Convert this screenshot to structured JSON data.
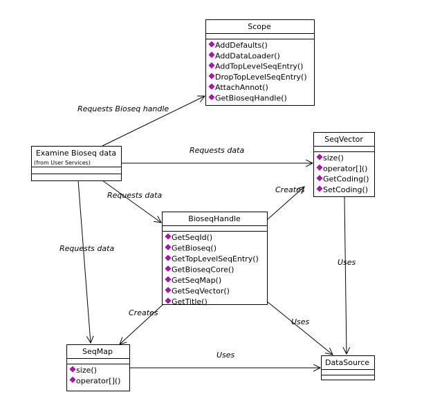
{
  "colors": {
    "method_icon": "#cc00cc",
    "line": "#000000",
    "background": "#ffffff"
  },
  "classes": {
    "scope": {
      "title": "Scope",
      "methods": [
        "AddDefaults()",
        "AddDataLoader()",
        "AddTopLevelSeqEntry()",
        "DropTopLevelSeqEntry()",
        "AttachAnnot()",
        "GetBioseqHandle()"
      ]
    },
    "examine": {
      "title": "Examine Bioseq data",
      "subtitle": "(from User Services)",
      "methods": []
    },
    "seqvector": {
      "title": "SeqVector",
      "methods": [
        "size()",
        "operator[]()",
        "GetCoding()",
        "SetCoding()"
      ]
    },
    "bioseqhandle": {
      "title": "BioseqHandle",
      "methods": [
        "GetSeqId()",
        "GetBioseq()",
        "GetTopLevelSeqEntry()",
        "GetBioseqCore()",
        "GetSeqMap()",
        "GetSeqVector()",
        "GetTitle()"
      ]
    },
    "seqmap": {
      "title": "SeqMap",
      "methods": [
        "size()",
        "operator[]()"
      ]
    },
    "datasource": {
      "title": "DataSource",
      "methods": []
    }
  },
  "edges": [
    {
      "id": "examine-scope",
      "label": "Requests Bioseq handle"
    },
    {
      "id": "examine-seqvector",
      "label": "Requests data"
    },
    {
      "id": "examine-bioseqhandle",
      "label": "Requests data"
    },
    {
      "id": "examine-seqmap",
      "label": "Requests data"
    },
    {
      "id": "bioseqhandle-seqvector",
      "label": "Creates"
    },
    {
      "id": "bioseqhandle-seqmap",
      "label": "Creates"
    },
    {
      "id": "bioseqhandle-datasource",
      "label": "Uses"
    },
    {
      "id": "seqvector-datasource",
      "label": "Uses"
    },
    {
      "id": "seqmap-datasource",
      "label": "Uses"
    }
  ]
}
